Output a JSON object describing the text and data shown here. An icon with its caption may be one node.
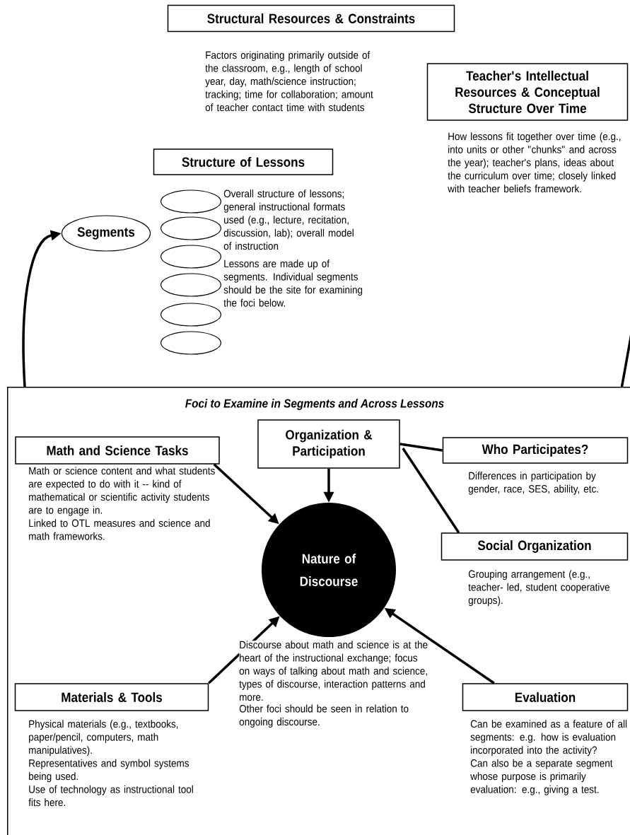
{
  "diagram": {
    "nodes": [
      {
        "text": [
          "Structural Resources & Constraints"
        ],
        "beside": [
          "Factors originating primarily outside of the classroom, e.g., length of school year, day, math/science instruction; tracking; time for collaboration; amount of teacher contact time with students"
        ]
      },
      {
        "text": [
          "Teacher's Intellectual Resources & Conceptual Structure Over Time"
        ],
        "beside": [
          "How lessons fit together over time (e.g., into units or other \"chunks\" and across the year); teacher's plans, ideas about the curriculum over time; closely linked with teacher beliefs framework."
        ]
      },
      {
        "text": [
          "Structure of Lessons"
        ]
      },
      {
        "text": [
          "Segments"
        ]
      },
      {
        "text": [],
        "shape": "ellipse"
      },
      {
        "text": [],
        "shape": "ellipse"
      },
      {
        "text": [],
        "shape": "ellipse"
      },
      {
        "text": [],
        "shape": "ellipse"
      },
      {
        "text": [],
        "shape": "ellipse"
      },
      {
        "text": [],
        "shape": "ellipse"
      },
      {
        "text": [
          "Foci to Examine in Segments and Across Lessons"
        ]
      },
      {
        "text": [
          "Math and Science Tasks"
        ],
        "in": 10,
        "beside": [
          "Math or science content and what students are expected to do with it -- kind of mathematical or scientific activity students are to engage in.",
          "Linked to OTL measures and science and math frameworks."
        ]
      },
      {
        "text": [
          "Organization & Participation"
        ],
        "in": 10
      },
      {
        "text": [
          "Who Participates?"
        ],
        "in": 10,
        "beside": [
          "Differences in participation by gender, race, SES, ability, etc."
        ]
      },
      {
        "text": [
          "Nature of Discourse"
        ],
        "in": 10
      },
      {
        "text": [
          "Social Organization"
        ],
        "in": 10,
        "beside": [
          "Grouping arrangement (e.g., teacher- led, student cooperative groups)."
        ]
      },
      {
        "text": [
          "Materials & Tools"
        ],
        "in": 10,
        "beside": [
          "Physical materials (e.g., textbooks, paper/pencil, computers, math manipulatives).",
          "Representatives and symbol systems being used.",
          "Use of technology as instructional tool fits here."
        ]
      },
      {
        "text": [
          "Evaluation"
        ],
        "in": 10,
        "beside": [
          "Can be examined as a feature of all segments:  e.g. how is evaluation incorporated into the activity?",
          "Can also be a separate segment whose purpose is primarily evaluation:  e.g., giving a test."
        ]
      }
    ],
    "edges": [
      {
        "from": 10,
        "to": 3,
        "arrow": "to"
      },
      {
        "from": 10,
        "to": null,
        "arrow": "none"
      },
      {
        "from": 11,
        "to": 14,
        "arrow": "to"
      },
      {
        "from": 12,
        "to": 14,
        "arrow": "to"
      },
      {
        "from": 12,
        "to": 13,
        "arrow": "none"
      },
      {
        "from": 12,
        "to": 15,
        "arrow": "none"
      },
      {
        "from": 16,
        "to": 14,
        "arrow": "to"
      },
      {
        "from": 17,
        "to": 14,
        "arrow": "to"
      }
    ],
    "labels": [
      "Overall structure of lessons; general instructional formats used (e.g., lecture, recitation, discussion, lab); overall model of instruction",
      "Lessons are made up of segments.  Individual segments should be the site for examining the foci below.",
      "Discourse about math and science is at the heart of the instructional exchange; focus on ways of talking about math and science, types of discourse, interaction patterns and more.",
      "Other foci should be seen in relation to ongoing discourse."
    ]
  }
}
